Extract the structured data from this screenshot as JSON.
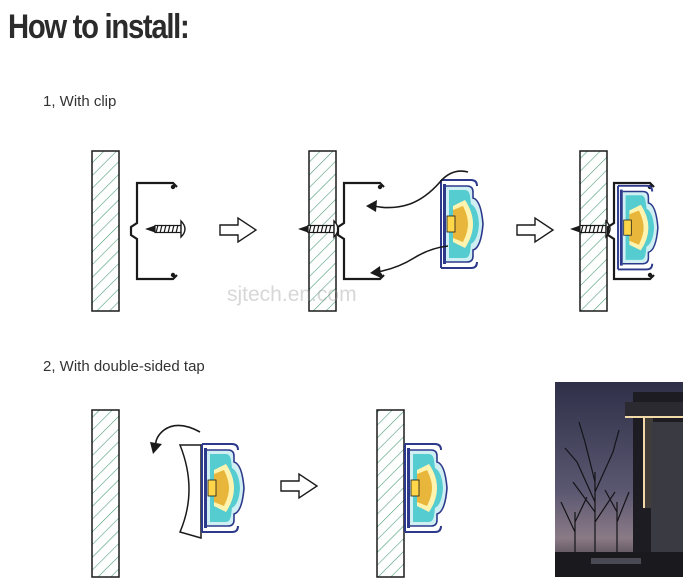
{
  "title": "How to install:",
  "step1": {
    "label": "1, With clip"
  },
  "step2": {
    "label": "2, With double-sided tap"
  },
  "watermark": "sjtech.en.com",
  "colors": {
    "hatch": "#4f9d7a",
    "outline": "#1a1a1a",
    "profile": "#2d3a8c",
    "lens_inner": "#e8b63a",
    "lens_glow": "#fff3b0",
    "diffuser": "#3fc7c9",
    "photo_sky": "#3c3c54",
    "photo_light": "#f2d9a8"
  },
  "icons": [
    "wall",
    "clip",
    "screw",
    "arrow-right",
    "curved-arrow",
    "led-profile",
    "tape",
    "photo"
  ]
}
